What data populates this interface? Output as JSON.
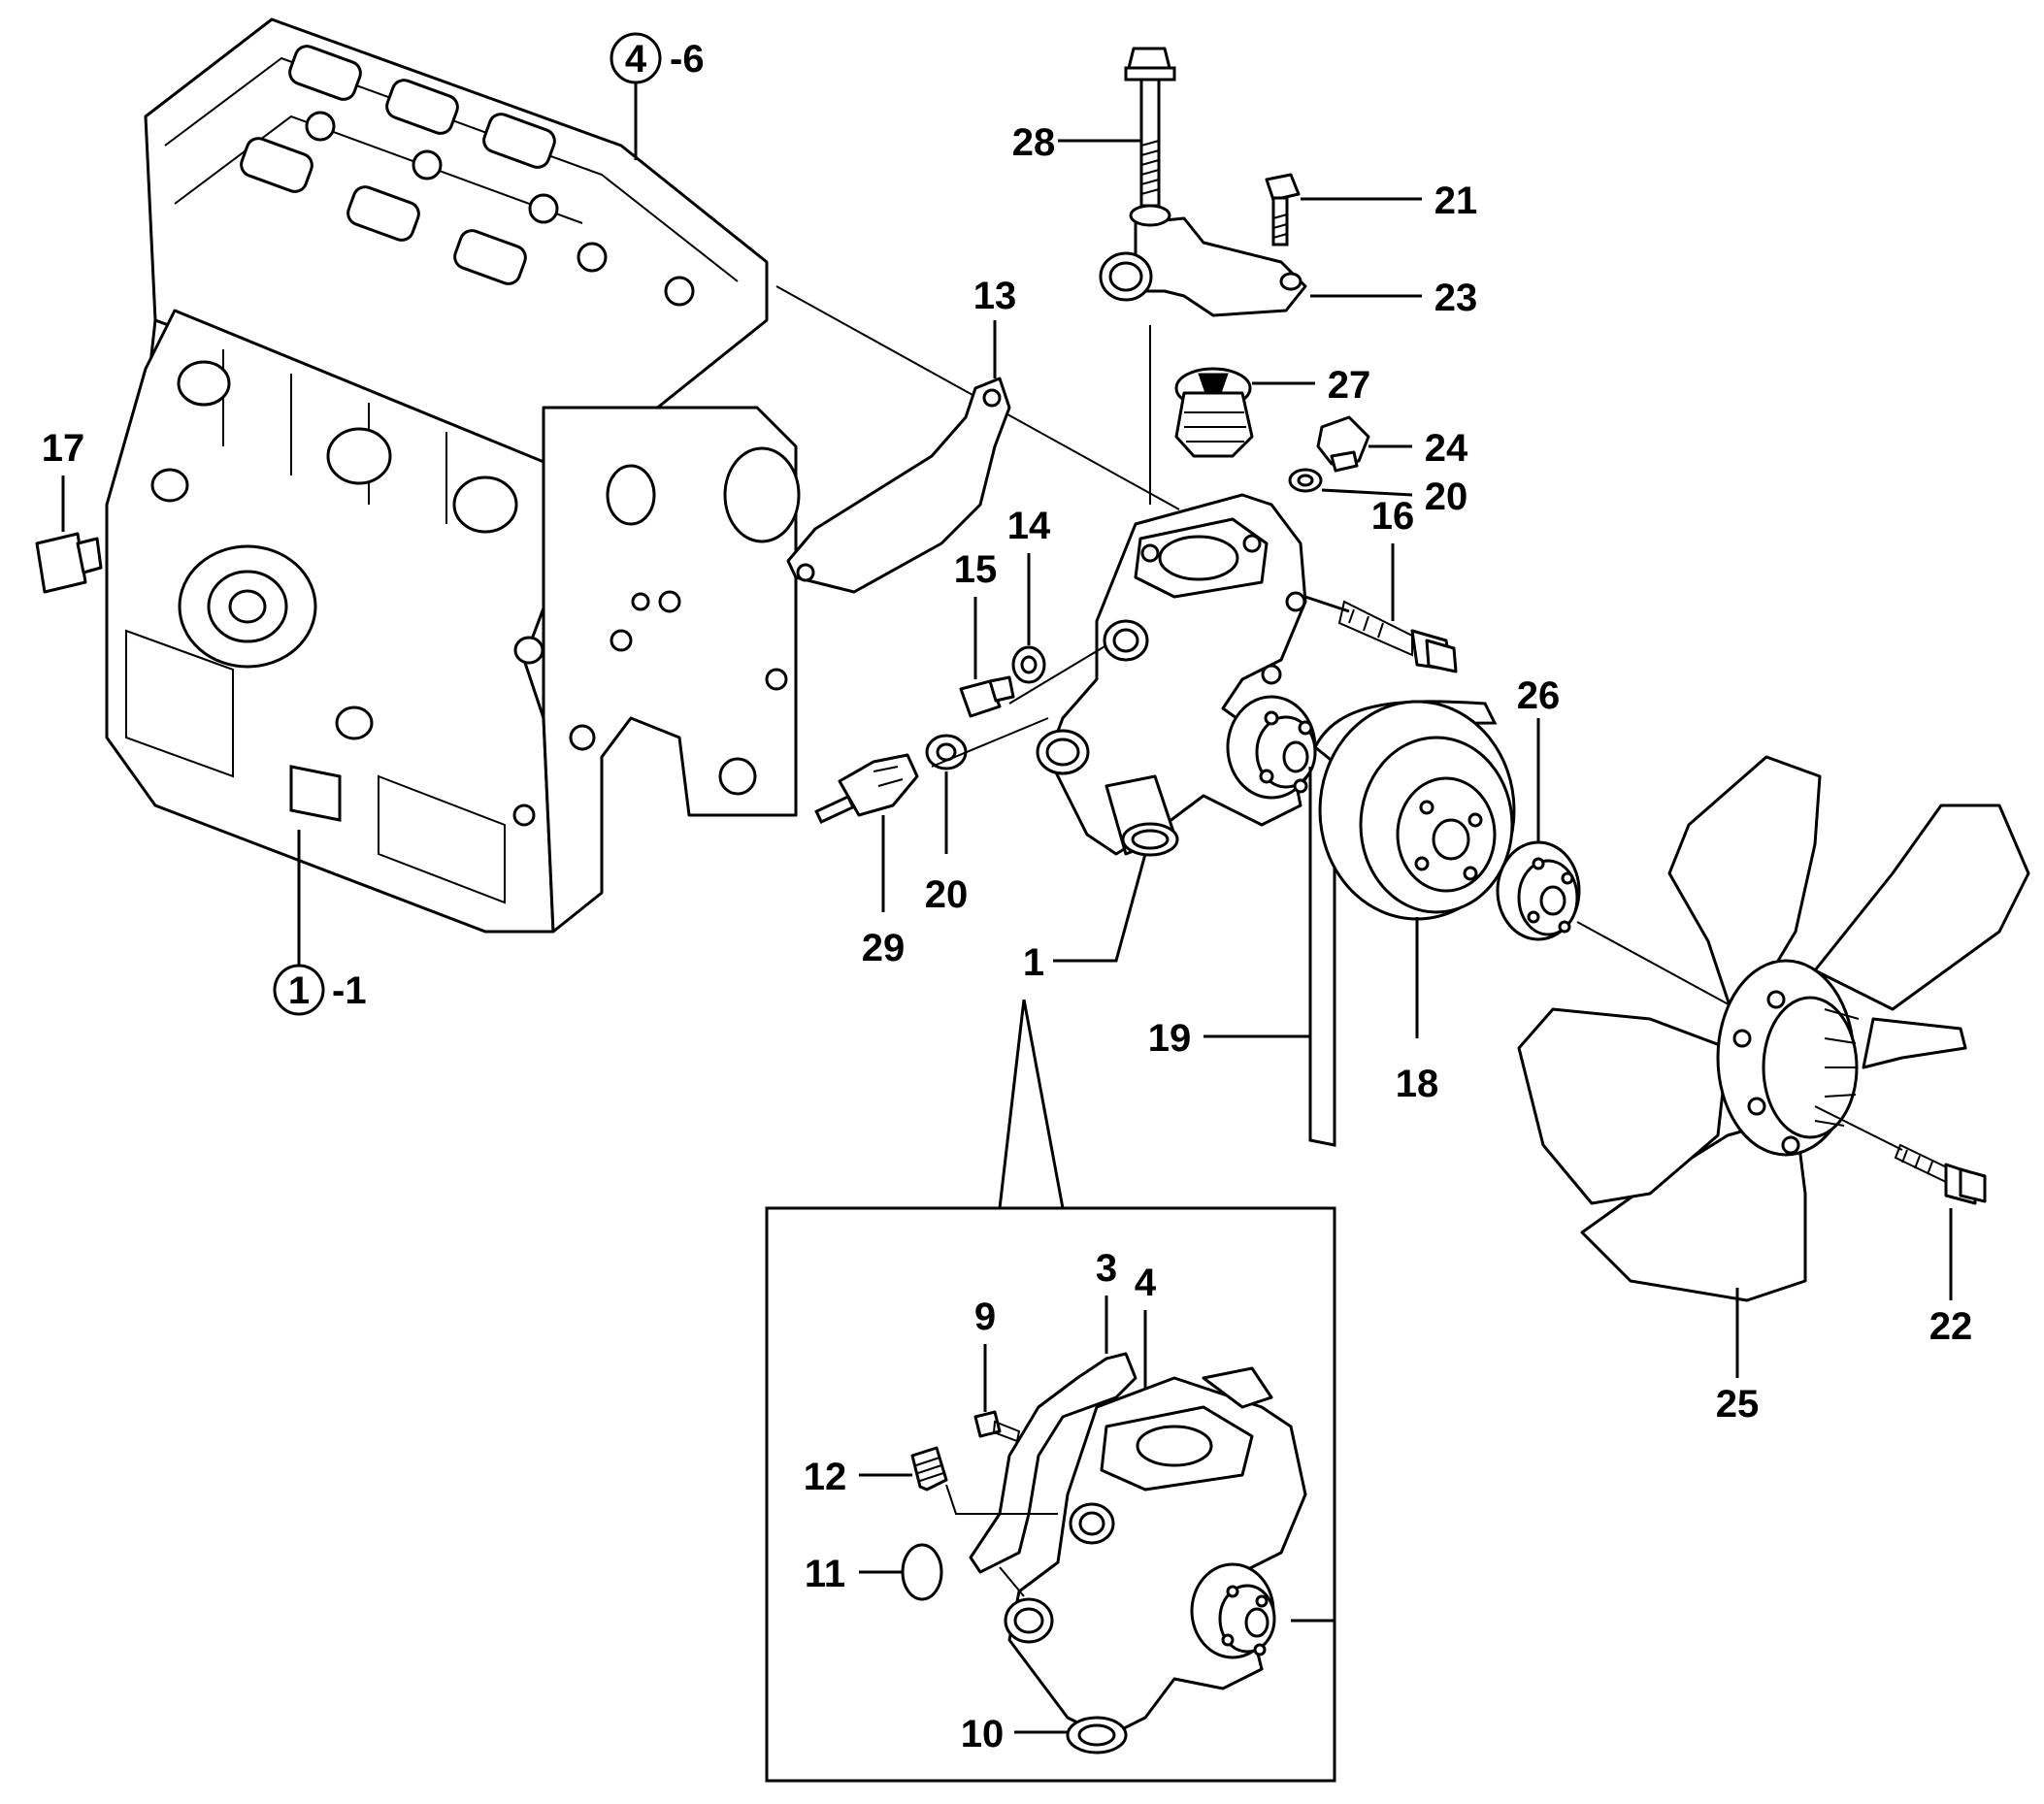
{
  "callouts": {
    "c_4_6": {
      "num": "4",
      "suffix": "-6"
    },
    "c_1_1": {
      "num": "1",
      "suffix": "-1"
    },
    "p28": "28",
    "p21": "21",
    "p23": "23",
    "p27": "27",
    "p24": "24",
    "p20a": "20",
    "p16": "16",
    "p13": "13",
    "p14": "14",
    "p15": "15",
    "p17": "17",
    "p26": "26",
    "p20b": "20",
    "p29": "29",
    "p1": "1",
    "p19": "19",
    "p18": "18",
    "p22": "22",
    "p25": "25",
    "i3": "3",
    "i4": "4",
    "i9": "9",
    "i12": "12",
    "i11": "11",
    "i10": "10"
  },
  "colors": {
    "line": "#000000",
    "background": "#ffffff"
  }
}
